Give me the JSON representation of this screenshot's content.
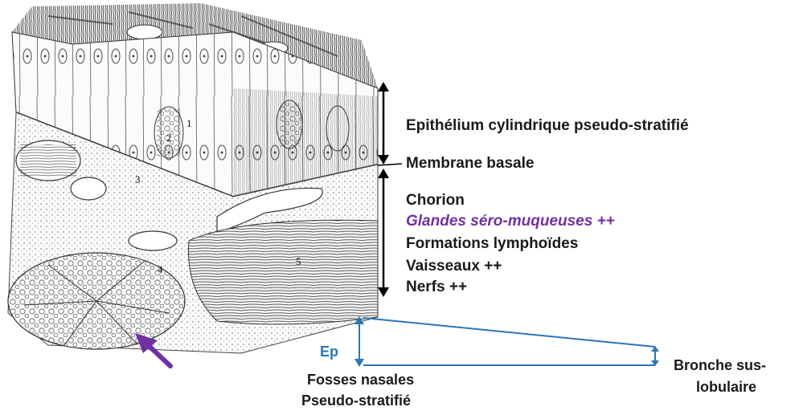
{
  "layers": {
    "epithelium": "Epithélium cylindrique pseudo-stratifié",
    "membrane": "Membrane basale",
    "chorion_items": [
      "Chorion",
      "Glandes séro-muqueuses ++",
      "Formations lymphoïdes",
      "Vaisseaux ++",
      "Nerfs ++"
    ]
  },
  "figure_numbers": [
    "1",
    "2",
    "3",
    "4",
    "5"
  ],
  "comparison": {
    "ep_label": "Ep",
    "left_line1": "Fosses nasales",
    "left_line2": "Pseudo-stratifié",
    "right_line1": "Bronche sus-",
    "right_line2": "lobulaire"
  },
  "colors": {
    "label_text": "#1a1a1a",
    "glandes_highlight": "#7030a0",
    "wedge_blue": "#2e75b6",
    "arrow_purple": "#7030a0"
  }
}
